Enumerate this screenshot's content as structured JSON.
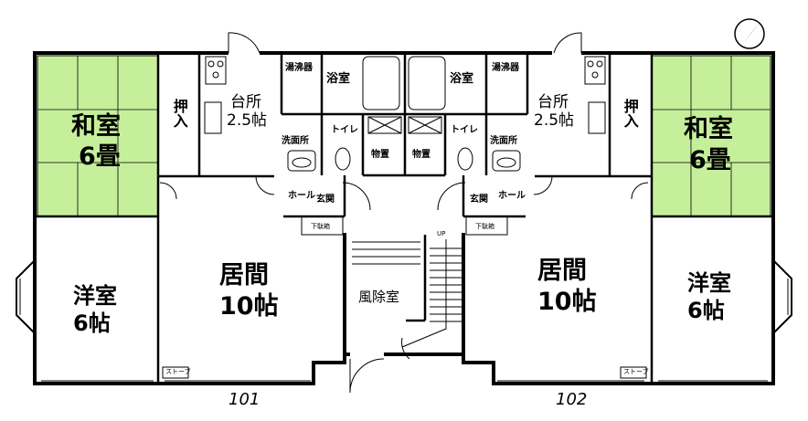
{
  "colors": {
    "tatami": "#c6ef9b",
    "wall": "#000000",
    "background": "#ffffff"
  },
  "icons": {
    "north_arrow": "north-arrow-icon"
  },
  "units": [
    {
      "number": "101",
      "washitsu": {
        "name": "和室",
        "size": "6畳"
      },
      "oshiire": "押入",
      "daidokoro": {
        "name": "台所",
        "size": "2.5帖"
      },
      "yokushitsu": "浴室",
      "kyutoki": "湯沸器",
      "senmenjo": "洗面所",
      "toilet": "トイレ",
      "monooki": "物置",
      "genkan": "玄関",
      "hall": "ホール",
      "getabako": "下駄箱",
      "ima": {
        "name": "居間",
        "size": "10帖"
      },
      "yoshitsu": {
        "name": "洋室",
        "size": "6帖"
      },
      "stove": "ストーブ"
    },
    {
      "number": "102",
      "washitsu": {
        "name": "和室",
        "size": "6畳"
      },
      "oshiire": "押入",
      "daidokoro": {
        "name": "台所",
        "size": "2.5帖"
      },
      "yokushitsu": "浴室",
      "kyutoki": "湯沸器",
      "senmenjo": "洗面所",
      "toilet": "トイレ",
      "monooki": "物置",
      "genkan": "玄関",
      "hall": "ホール",
      "getabako": "下駄箱",
      "ima": {
        "name": "居間",
        "size": "10帖"
      },
      "yoshitsu": {
        "name": "洋室",
        "size": "6帖"
      },
      "stove": "ストーブ"
    }
  ],
  "common": {
    "fuujoshitsu": "風除室",
    "stair_up": "UP"
  }
}
